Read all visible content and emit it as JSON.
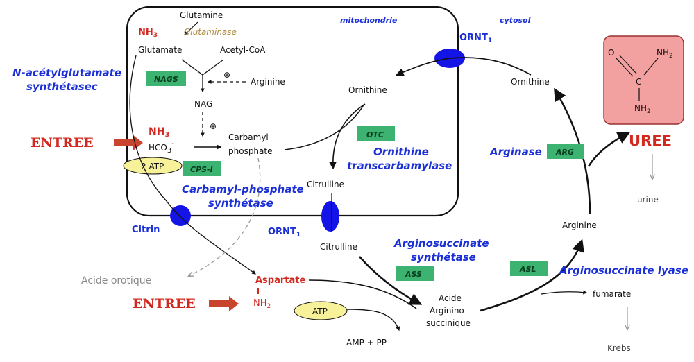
{
  "compartments": {
    "mitochondria": "mitochondrie",
    "cytosol": "cytosol"
  },
  "metabolites": {
    "glutamine": "Glutamine",
    "nh3_top": "NH",
    "nh3_top_sub": "3",
    "glutamate": "Glutamate",
    "acetyl_coa": "Acetyl-CoA",
    "arginine_mito": "Arginine",
    "nag": "NAG",
    "nh3_in": "NH",
    "nh3_in_sub": "3",
    "hco3": "HCO",
    "hco3_sub": "3",
    "hco3_sup": "-",
    "carbamyl_1": "Carbamyl",
    "carbamyl_2": "phosphate",
    "ornithine_mito": "Ornithine",
    "citrulline_mito": "Citrulline",
    "citrulline_cyto": "Citrulline",
    "acide_orotique": "Acide orotique",
    "aspartate": "Aspartate",
    "nh2_asp": "NH",
    "nh2_asp_sub": "2",
    "atp_bottom": "ATP",
    "atp_cps": "2 ATP",
    "amp_pp": "AMP + PP",
    "aas_1": "Acide",
    "aas_2": "Arginino",
    "aas_3": "succinique",
    "fumarate": "fumarate",
    "krebs": "Krebs",
    "arginine_cyto": "Arginine",
    "ornithine_cyto": "Ornithine",
    "uree": "UREE",
    "urine": "urine"
  },
  "urea_structure": {
    "o": "O",
    "c": "C",
    "nh2_top": "NH",
    "nh2_top_sub": "2",
    "nh2_bottom": "NH",
    "nh2_bottom_sub": "2"
  },
  "enzymes": {
    "glutaminase": "Glutaminase",
    "nags_box": "NAGS",
    "nags_name_1": "N-acétylglutamate",
    "nags_name_2": "synthétasec",
    "cps_box": "CPS-I",
    "cps_name_1": "Carbamyl-phosphate",
    "cps_name_2": "synthétase",
    "otc_box": "OTC",
    "otc_name_1": "Ornithine",
    "otc_name_2": "transcarbamylase",
    "ass_box": "ASS",
    "ass_name_1": "Arginosuccinate",
    "ass_name_2": "synthétase",
    "asl_box": "ASL",
    "asl_name": "Arginosuccinate lyase",
    "arg_box": "ARG",
    "arg_name": "Arginase"
  },
  "transporters": {
    "ornt1_top": "ORNT",
    "ornt1_top_sub": "1",
    "ornt1_mid": "ORNT",
    "ornt1_mid_sub": "1",
    "citrin": "Citrin"
  },
  "inputs": {
    "entree_top": "ENTREE",
    "entree_bottom": "ENTREE"
  },
  "symbols": {
    "plus_1": "⊕",
    "plus_2": "⊕"
  },
  "colors": {
    "enzyme_box": "#3cb371",
    "enzyme_text": "#1a2fd6",
    "transporter": "#1414e6",
    "atp_fill": "#f7f29a",
    "urea_box": "#f2a0a0",
    "entree_arrow": "#c8442c",
    "red_text": "#d3281e",
    "glutaminase_text": "#b08a40"
  }
}
